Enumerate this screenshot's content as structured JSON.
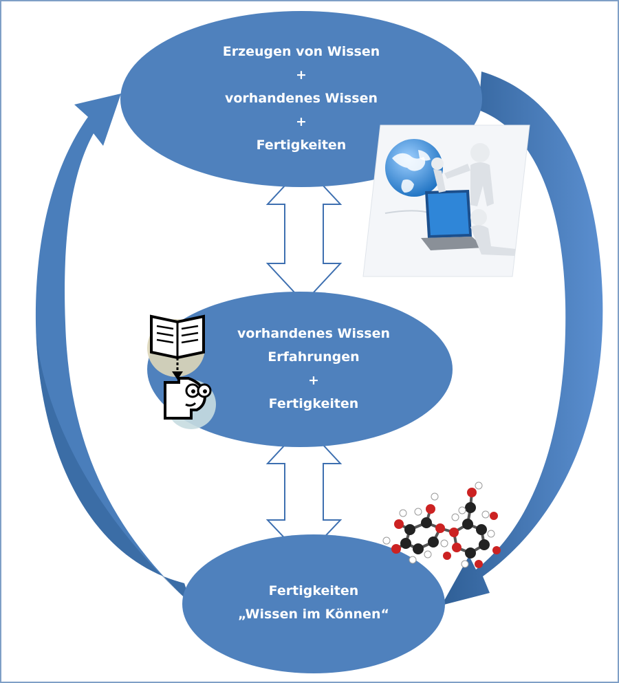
{
  "diagram": {
    "top_node": {
      "lines": [
        "Erzeugen von Wissen",
        "+",
        "vorhandenes Wissen",
        "+",
        "Fertigkeiten"
      ]
    },
    "middle_node": {
      "lines": [
        "vorhandenes Wissen",
        "Erfahrungen",
        "+",
        "Fertigkeiten"
      ]
    },
    "bottom_node": {
      "lines": [
        "Fertigkeiten",
        "„Wissen im Können“"
      ]
    },
    "colors": {
      "node_fill": "#4f81bd",
      "node_fill_dark": "#3f6fa8",
      "cycle_arrow": "#4a7ebb",
      "cycle_arrow_dark": "#2f5f96",
      "double_arrow_stroke": "#3d6fb0",
      "border": "#7f9fc6"
    },
    "icons": [
      "globe-network-icon",
      "book-to-person-icon",
      "molecule-icon"
    ]
  }
}
